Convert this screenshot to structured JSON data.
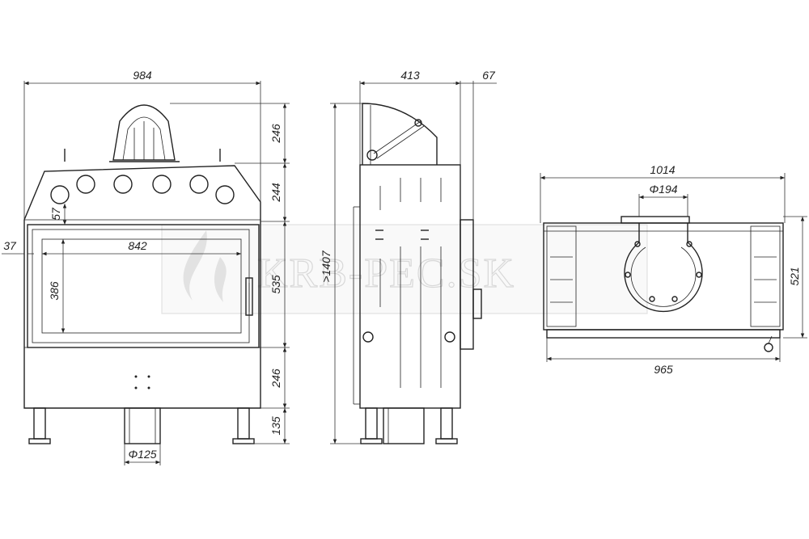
{
  "watermark": {
    "text": "KRB-PEC.SK"
  },
  "front_view": {
    "width": "984",
    "top_height": "246",
    "collar_height": "244",
    "frame_top": "57",
    "left_offset": "37",
    "glass_width": "842",
    "glass_height": "386",
    "door_height": "535",
    "bottom_height": "246",
    "leg_height": "135",
    "air_inlet": "Φ125"
  },
  "side_view": {
    "depth": "413",
    "handle_depth": "67",
    "total_height": ">1407"
  },
  "top_view": {
    "width": "1014",
    "flue": "Φ194",
    "depth": "521",
    "base_width": "965"
  }
}
